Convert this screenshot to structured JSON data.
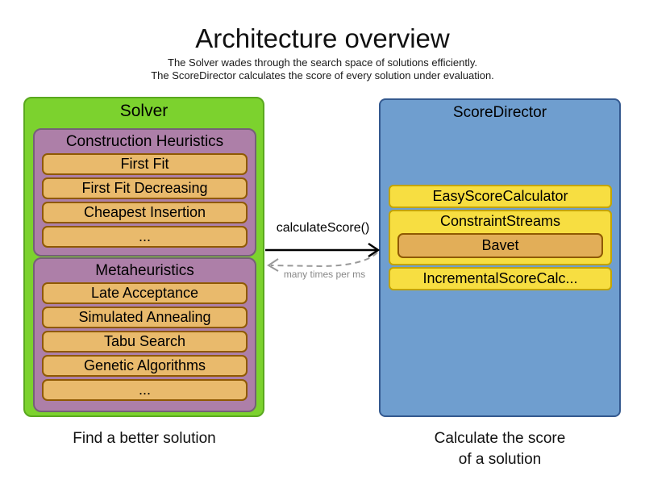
{
  "header": {
    "title": "Architecture overview",
    "subtitle1": "The Solver wades through the search space of solutions efficiently.",
    "subtitle2": "The ScoreDirector calculates the score of every solution under evaluation."
  },
  "solver": {
    "title": "Solver",
    "caption": "Find a better solution",
    "construction": {
      "title": "Construction Heuristics",
      "items": [
        "First Fit",
        "First Fit Decreasing",
        "Cheapest Insertion",
        "..."
      ]
    },
    "metaheuristics": {
      "title": "Metaheuristics",
      "items": [
        "Late Acceptance",
        "Simulated Annealing",
        "Tabu Search",
        "Genetic Algorithms",
        "..."
      ]
    }
  },
  "score_director": {
    "title": "ScoreDirector",
    "caption_line1": "Calculate the score",
    "caption_line2": "of a solution",
    "easy": "EasyScoreCalculator",
    "constraint_streams": "ConstraintStreams",
    "bavet": "Bavet",
    "incremental": "IncrementalScoreCalc..."
  },
  "arrows": {
    "call_label": "calculateScore()",
    "return_label": "many times per ms"
  },
  "colors": {
    "solver_fill": "#7cd22e",
    "solver_border": "#5aa81f",
    "phase_fill": "#ad7fa8",
    "phase_border": "#756078",
    "algorithm_fill": "#e9ba6c",
    "algorithm_border": "#8f5902",
    "score_director_fill": "#6f9ecf",
    "score_director_border": "#34598f",
    "calculator_fill": "#f7de41",
    "calculator_border": "#c3a400",
    "bavet_fill": "#e2ae58",
    "return_arrow_gray": "#888888"
  }
}
